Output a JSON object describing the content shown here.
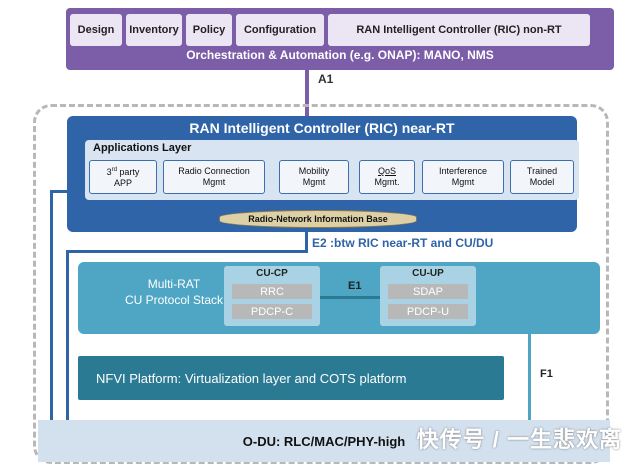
{
  "orchestration": {
    "buttons": [
      "Design",
      "Inventory",
      "Policy",
      "Configuration",
      "RAN Intelligent Controller (RIC) non-RT"
    ],
    "title": "Orchestration & Automation (e.g. ONAP): MANO, NMS"
  },
  "interfaces": {
    "a1": "A1",
    "e2": "E2 :btw RIC near-RT and CU/DU",
    "e1": "E1",
    "f1": "F1"
  },
  "ric": {
    "title": "RAN Intelligent Controller (RIC) near-RT",
    "apps_title": "Applications Layer",
    "apps": {
      "third_party_a": "3",
      "third_party_sup": "rd",
      "third_party_b": " party",
      "third_party_c": "APP",
      "radio_a": "Radio Connection",
      "radio_b": "Mgmt",
      "mobility_a": "Mobility",
      "mobility_b": "Mgmt",
      "qos_a": "QoS",
      "qos_b": "Mgmt.",
      "interference_a": "Interference",
      "interference_b": "Mgmt",
      "trained_a": "Trained",
      "trained_b": "Model"
    },
    "rnib": "Radio-Network Information Base"
  },
  "cu": {
    "title_a": "Multi-RAT",
    "title_b": "CU Protocol Stack",
    "cp_title": "CU-CP",
    "cp_items": [
      "RRC",
      "PDCP-C"
    ],
    "up_title": "CU-UP",
    "up_items": [
      "SDAP",
      "PDCP-U"
    ]
  },
  "nfvi": "NFVI Platform: Virtualization layer and COTS platform",
  "odu": "O-DU: RLC/MAC/PHY-high",
  "watermark": "快传号 / 一生悲欢离",
  "colors": {
    "purple": "#7b5ea7",
    "ric_blue": "#2f64a8",
    "cu_teal": "#4ea6c4",
    "nfvi_teal": "#2b7a94",
    "odu_light": "#d3e1ef"
  }
}
